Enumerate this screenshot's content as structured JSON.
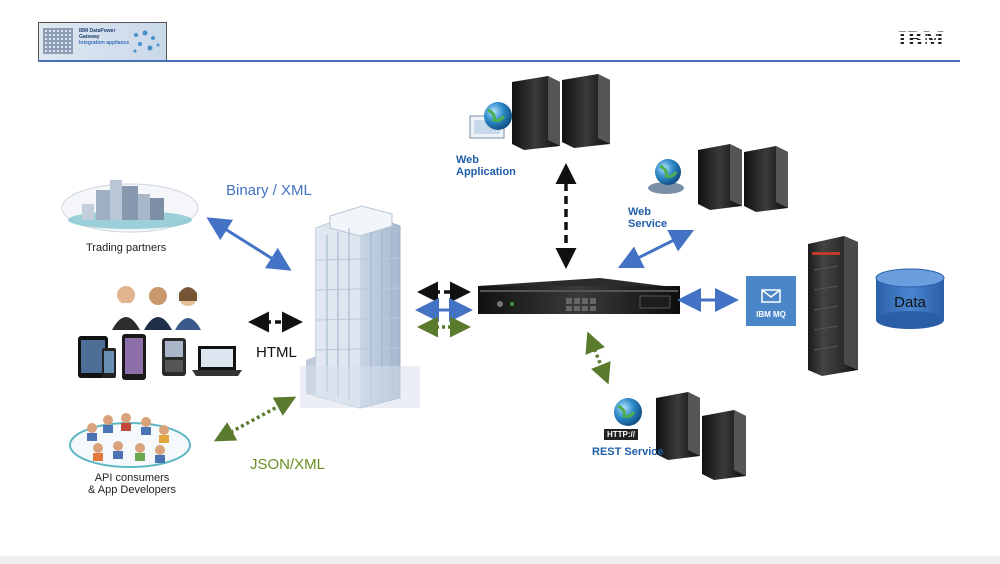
{
  "header": {
    "logo": "IBM",
    "banner": {
      "line1": "IBM DataPower",
      "line2": "Gateway",
      "line3": "Integration appliance"
    }
  },
  "clients": {
    "trading_partners": "Trading partners",
    "api_consumers_line1": "API consumers",
    "api_consumers_line2": "& App Developers"
  },
  "connections": {
    "binary_xml": "Binary / XML",
    "html": "HTML",
    "json_xml": "JSON/XML"
  },
  "services": {
    "web_application_line1": "Web",
    "web_application_line2": "Application",
    "web_service_line1": "Web",
    "web_service_line2": "Service",
    "rest_service": "REST Service",
    "http_badge": "HTTP://"
  },
  "backend": {
    "mq_label": "IBM MQ",
    "data_label": "Data"
  },
  "colors": {
    "accent_blue": "#4472c4",
    "arrow_green": "#5a7a2e",
    "label_green": "#6b8e23",
    "label_blue": "#1f5fa8",
    "rule": "#4a6fb5"
  }
}
